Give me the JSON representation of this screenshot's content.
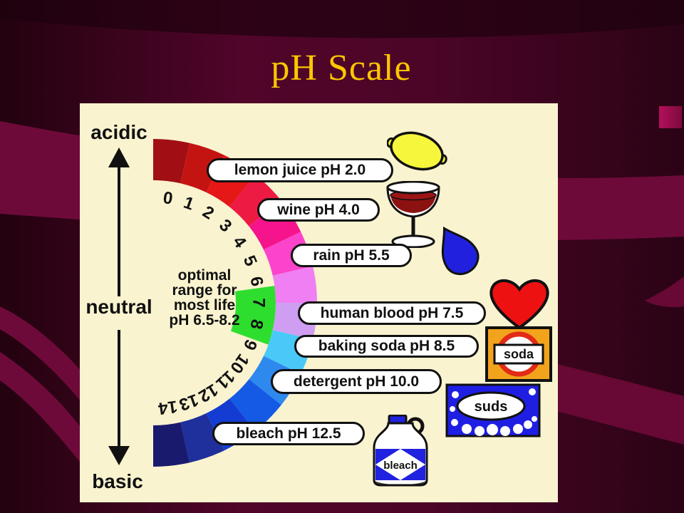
{
  "slide": {
    "title": "pH Scale"
  },
  "colors": {
    "title_text": "#fdc700",
    "background_base": "#4c0527",
    "background_ribbon": "#6e0a39",
    "accent_square": "#a50d53",
    "panel_background": "#f9f3cf",
    "optimal_green": "#2ede2e",
    "pill_background": "#ffffff",
    "ink": "#111111"
  },
  "diagram": {
    "axis": {
      "acidic": "acidic",
      "neutral": "neutral",
      "basic": "basic"
    },
    "optimal_note": {
      "lines": [
        "optimal",
        "range for",
        "most life",
        "pH 6.5-8.2"
      ]
    },
    "scale": {
      "numbers": [
        "0",
        "1",
        "2",
        "3",
        "4",
        "5",
        "6",
        "7",
        "8",
        "9",
        "10",
        "11",
        "12",
        "13",
        "14"
      ],
      "segment_colors": [
        "#a10f14",
        "#c41412",
        "#e51717",
        "#ed1a43",
        "#f5148b",
        "#fb43cb",
        "#ef7ff2",
        "#cf9df2",
        "#49c9f7",
        "#2d89ee",
        "#155ae5",
        "#143cd2",
        "#1f2f9b",
        "#191a6e"
      ]
    },
    "labels": [
      {
        "text": "lemon juice pH 2.0"
      },
      {
        "text": "wine pH 4.0"
      },
      {
        "text": "rain pH 5.5"
      },
      {
        "text": "human blood pH 7.5"
      },
      {
        "text": "baking soda pH 8.5"
      },
      {
        "text": "detergent pH 10.0"
      },
      {
        "text": "bleach pH 12.5"
      }
    ],
    "icon_texts": {
      "soda": "soda",
      "suds": "suds",
      "bleach": "bleach"
    }
  }
}
